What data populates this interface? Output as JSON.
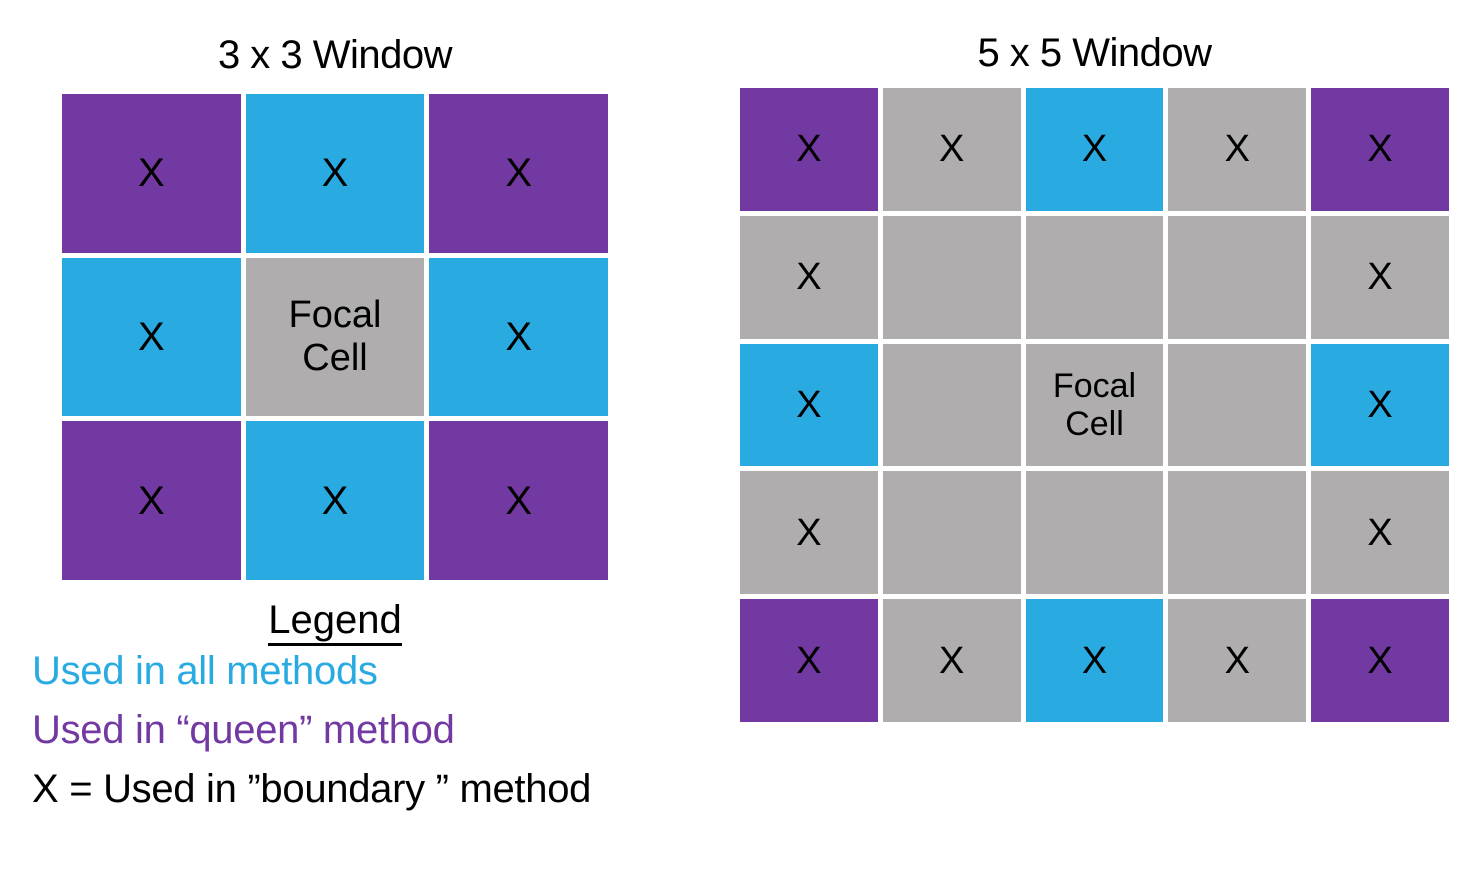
{
  "panels": [
    {
      "id": "window-3x3",
      "title": "3 x 3 Window",
      "rows": 3,
      "cols": 3,
      "cells": [
        {
          "color": "purple",
          "mark": "X",
          "label": ""
        },
        {
          "color": "cyan",
          "mark": "X",
          "label": ""
        },
        {
          "color": "purple",
          "mark": "X",
          "label": ""
        },
        {
          "color": "cyan",
          "mark": "X",
          "label": ""
        },
        {
          "color": "gray",
          "mark": "",
          "label": "Focal\nCell"
        },
        {
          "color": "cyan",
          "mark": "X",
          "label": ""
        },
        {
          "color": "purple",
          "mark": "X",
          "label": ""
        },
        {
          "color": "cyan",
          "mark": "X",
          "label": ""
        },
        {
          "color": "purple",
          "mark": "X",
          "label": ""
        }
      ]
    },
    {
      "id": "window-5x5",
      "title": "5 x 5 Window",
      "rows": 5,
      "cols": 5,
      "cells": [
        {
          "color": "purple",
          "mark": "X",
          "label": ""
        },
        {
          "color": "gray",
          "mark": "X",
          "label": ""
        },
        {
          "color": "cyan",
          "mark": "X",
          "label": ""
        },
        {
          "color": "gray",
          "mark": "X",
          "label": ""
        },
        {
          "color": "purple",
          "mark": "X",
          "label": ""
        },
        {
          "color": "gray",
          "mark": "X",
          "label": ""
        },
        {
          "color": "gray",
          "mark": "",
          "label": ""
        },
        {
          "color": "gray",
          "mark": "",
          "label": ""
        },
        {
          "color": "gray",
          "mark": "",
          "label": ""
        },
        {
          "color": "gray",
          "mark": "X",
          "label": ""
        },
        {
          "color": "cyan",
          "mark": "X",
          "label": ""
        },
        {
          "color": "gray",
          "mark": "",
          "label": ""
        },
        {
          "color": "gray",
          "mark": "",
          "label": "Focal\nCell"
        },
        {
          "color": "gray",
          "mark": "",
          "label": ""
        },
        {
          "color": "cyan",
          "mark": "X",
          "label": ""
        },
        {
          "color": "gray",
          "mark": "X",
          "label": ""
        },
        {
          "color": "gray",
          "mark": "",
          "label": ""
        },
        {
          "color": "gray",
          "mark": "",
          "label": ""
        },
        {
          "color": "gray",
          "mark": "",
          "label": ""
        },
        {
          "color": "gray",
          "mark": "X",
          "label": ""
        },
        {
          "color": "purple",
          "mark": "X",
          "label": ""
        },
        {
          "color": "gray",
          "mark": "X",
          "label": ""
        },
        {
          "color": "cyan",
          "mark": "X",
          "label": ""
        },
        {
          "color": "gray",
          "mark": "X",
          "label": ""
        },
        {
          "color": "purple",
          "mark": "X",
          "label": ""
        }
      ]
    }
  ],
  "legend": {
    "title": "Legend",
    "entries": [
      {
        "text": "Used in all methods",
        "color_name": "cyan",
        "color": "#29ABE2"
      },
      {
        "text": "Used in “queen” method",
        "color_name": "purple",
        "color": "#7339A3"
      },
      {
        "text": "X = Used in ”boundary ” method",
        "color_name": "black",
        "color": "#000000"
      }
    ]
  },
  "colors": {
    "purple": "#7339A3",
    "cyan": "#29ABE2",
    "gray": "#AFADAD",
    "black": "#000000",
    "background": "#FFFFFF"
  }
}
